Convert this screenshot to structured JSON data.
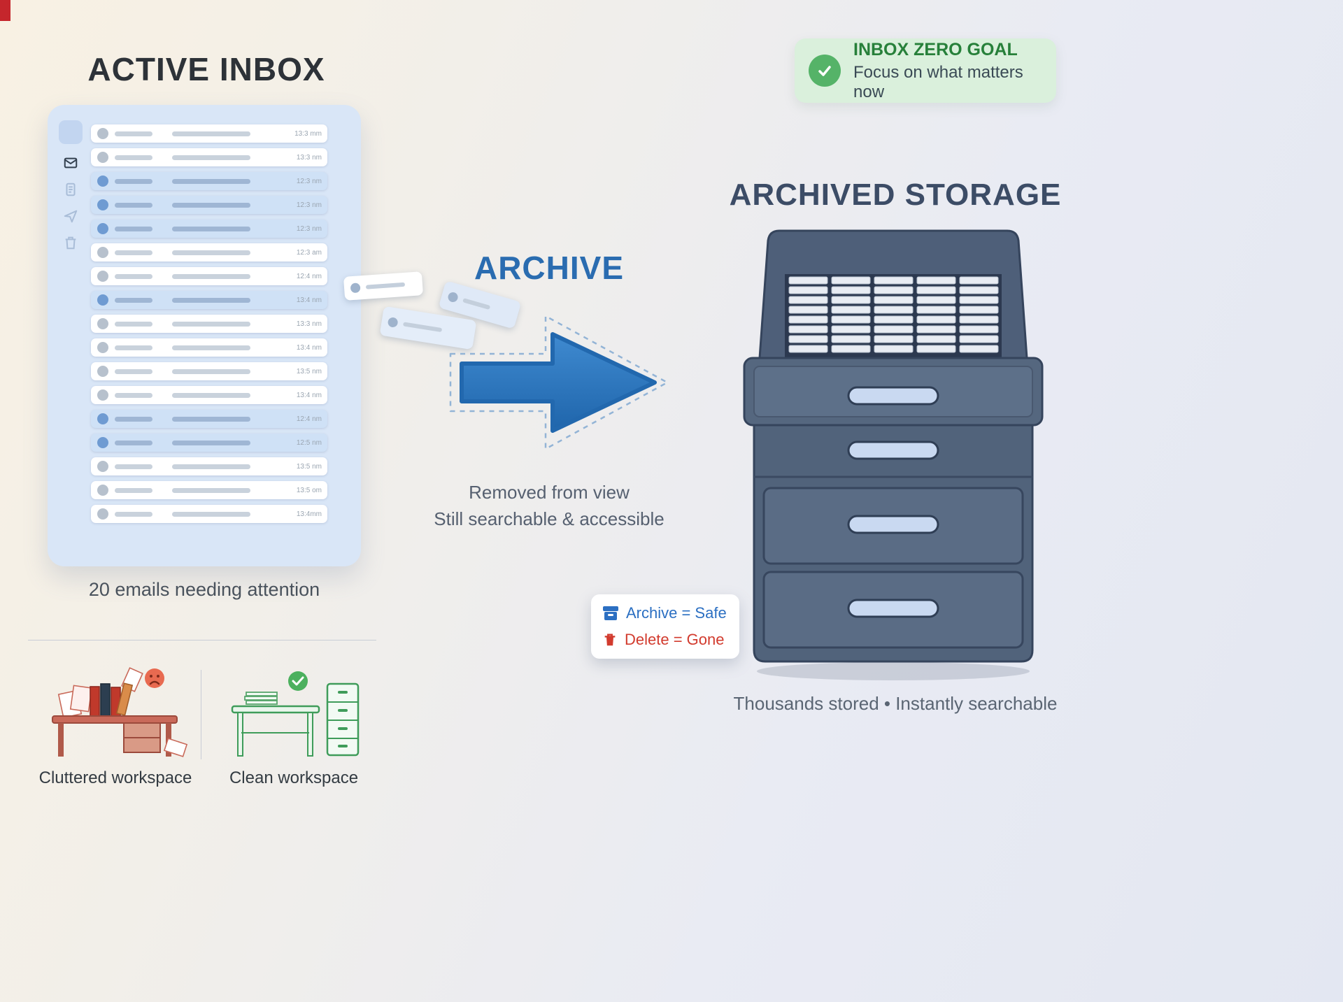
{
  "corner_mark_color": "#c5262c",
  "active_inbox": {
    "title": "ACTIVE INBOX",
    "caption": "20 emails needing attention",
    "emails": [
      {
        "time": "13:3 mm",
        "highlight": false
      },
      {
        "time": "13:3 nm",
        "highlight": false
      },
      {
        "time": "12:3 nm",
        "highlight": true
      },
      {
        "time": "12:3 nm",
        "highlight": true
      },
      {
        "time": "12:3 nm",
        "highlight": true
      },
      {
        "time": "12:3 am",
        "highlight": false
      },
      {
        "time": "12:4 nm",
        "highlight": false
      },
      {
        "time": "13:4 nm",
        "highlight": true
      },
      {
        "time": "13:3 nm",
        "highlight": false
      },
      {
        "time": "13:4 nm",
        "highlight": false
      },
      {
        "time": "13:5 nm",
        "highlight": false
      },
      {
        "time": "13:4 nm",
        "highlight": false
      },
      {
        "time": "12:4 nm",
        "highlight": true
      },
      {
        "time": "12:5 nm",
        "highlight": true
      },
      {
        "time": "13:5 nm",
        "highlight": false
      },
      {
        "time": "13:5 om",
        "highlight": false
      },
      {
        "time": "13:4mm",
        "highlight": false
      }
    ]
  },
  "archive_flow": {
    "title": "ARCHIVE",
    "line1": "Removed from view",
    "line2": "Still searchable & accessible"
  },
  "inbox_zero_badge": {
    "title": "INBOX ZERO GOAL",
    "subtitle": "Focus on what matters now"
  },
  "archived_storage": {
    "title": "ARCHIVED STORAGE",
    "caption": "Thousands stored • Instantly searchable"
  },
  "legend": {
    "archive": "Archive = Safe",
    "delete": "Delete = Gone"
  },
  "workspaces": {
    "cluttered": "Cluttered workspace",
    "clean": "Clean workspace"
  },
  "colors": {
    "archive_blue": "#2a6cb0",
    "legend_blue": "#2b6fc2",
    "legend_red": "#d23b2e",
    "badge_green": "#55b368",
    "cabinet_body": "#51637b"
  }
}
